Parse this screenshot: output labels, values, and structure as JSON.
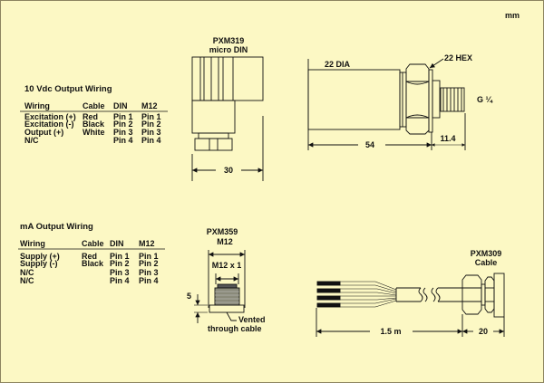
{
  "units": "mm",
  "vdc_table": {
    "title": "10 Vdc Output Wiring",
    "headers": [
      "Wiring",
      "Cable",
      "DIN",
      "M12"
    ],
    "rows": [
      [
        "Excitation (+)",
        "Red",
        "Pin 1",
        "Pin 1"
      ],
      [
        "Excitation (-)",
        "Black",
        "Pin 2",
        "Pin 2"
      ],
      [
        "Output (+)",
        "White",
        "Pin 3",
        "Pin 3"
      ],
      [
        "N/C",
        "",
        "Pin 4",
        "Pin 4"
      ]
    ]
  },
  "ma_table": {
    "title": "mA Output Wiring",
    "headers": [
      "Wiring",
      "Cable",
      "DIN",
      "M12"
    ],
    "rows": [
      [
        "Supply (+)",
        "Red",
        "Pin 1",
        "Pin 1"
      ],
      [
        "Supply (-)",
        "Black",
        "Pin 2",
        "Pin 2"
      ],
      [
        "N/C",
        "",
        "Pin 3",
        "Pin 3"
      ],
      [
        "N/C",
        "",
        "Pin 4",
        "Pin 4"
      ]
    ]
  },
  "pxm319": {
    "model": "PXM319",
    "type": "micro DIN",
    "width_dim": "30"
  },
  "transducer": {
    "dia": "22 DIA",
    "hex": "22 HEX",
    "thread": "G ¼",
    "length": "54",
    "thread_length": "11.4"
  },
  "pxm359": {
    "model": "PXM359",
    "type": "M12",
    "thread": "M12 x 1",
    "height_dim": "5",
    "note_line1": "Vented",
    "note_line2": "through cable"
  },
  "pxm309": {
    "model": "PXM309",
    "type": "Cable",
    "cable_length": "1.5 m",
    "fitting_length": "20"
  },
  "colors": {
    "background": "#fcf8c4",
    "line": "#111111"
  }
}
